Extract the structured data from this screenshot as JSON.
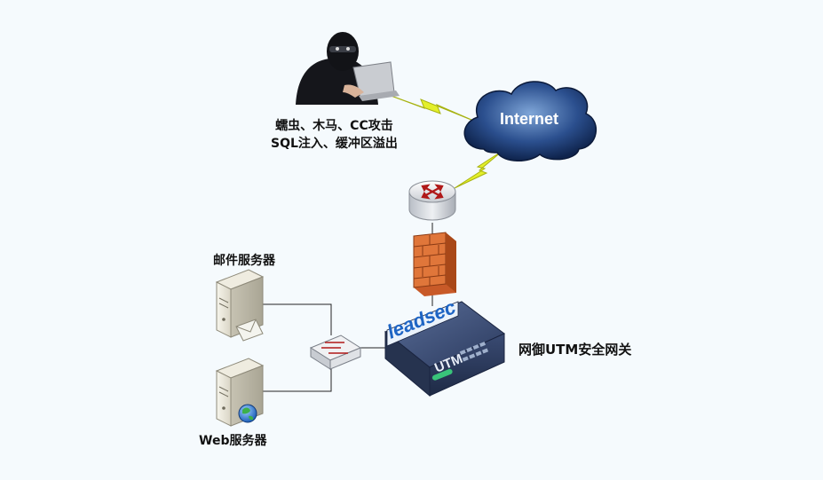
{
  "attack_lines": [
    "蠕虫、木马、CC攻击",
    "SQL注入、缓冲区溢出"
  ],
  "cloud_label": "Internet",
  "mail_server_label": "邮件服务器",
  "web_server_label": "Web服务器",
  "utm_label": "网御UTM安全网关",
  "device_brand": "leadsec",
  "device_model": "UTM",
  "icons": [
    "hacker-icon",
    "lightning-icon",
    "cloud-icon",
    "router-icon",
    "firewall-icon",
    "switch-icon",
    "server-icon",
    "globe-icon",
    "mail-icon"
  ],
  "colors": {
    "background": "#f5fafd",
    "cloud": "#1d3f78",
    "lightning": "#e3ef2a",
    "firewall": "#e0763a",
    "device": "#30436b"
  }
}
